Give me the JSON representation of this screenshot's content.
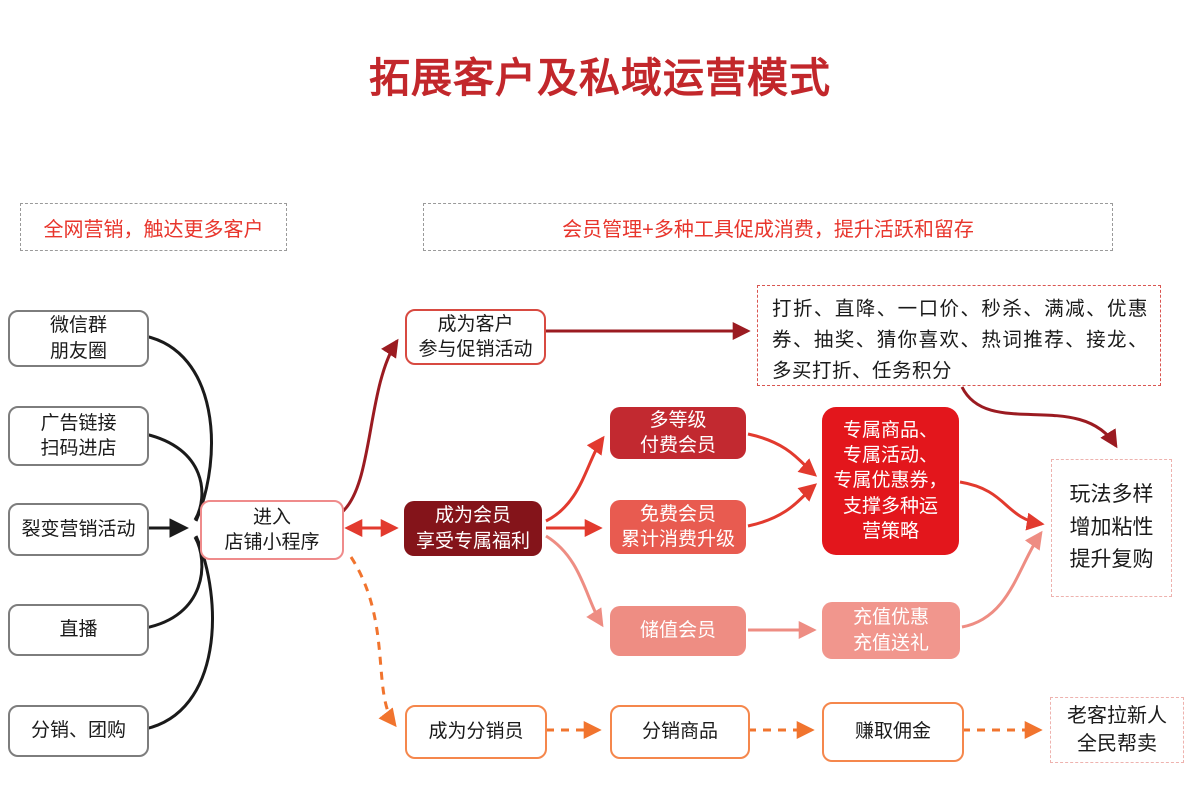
{
  "title": "拓展客户及私域运营模式",
  "colors": {
    "title_red": "#c2272b",
    "header_text_red": "#e8352c",
    "maroon_fill": "#84141a",
    "crimson_fill": "#c22930",
    "salmon_red_fill": "#e85b50",
    "salmon_fill": "#ee8d83",
    "bright_red_fill": "#e3161c",
    "orange_accent": "#f1742e",
    "black_wire": "#1a1a1a",
    "dark_red_wire": "#9b1b21",
    "red_wire": "#e23a2e"
  },
  "headers": {
    "left": "全网营销，触达更多客户",
    "right": "会员管理+多种工具促成消费，提升活跃和留存"
  },
  "sources": [
    {
      "lines": [
        "微信群",
        "朋友圈"
      ]
    },
    {
      "lines": [
        "广告链接",
        "扫码进店"
      ]
    },
    {
      "lines": [
        "裂变营销活动"
      ]
    },
    {
      "lines": [
        "直播"
      ]
    },
    {
      "lines": [
        "分销、团购"
      ]
    }
  ],
  "entry": {
    "lines": [
      "进入",
      "店铺小程序"
    ]
  },
  "customer_path": {
    "become_customer": {
      "lines": [
        "成为客户",
        "参与促销活动"
      ]
    },
    "promo_tools": "打折、直降、一口价、秒杀、满减、优惠券、抽奖、猜你喜欢、热词推荐、接龙、多买打折、任务积分"
  },
  "member_path": {
    "become_member": {
      "lines": [
        "成为会员",
        "享受专属福利"
      ]
    },
    "paid_member": {
      "lines": [
        "多等级",
        "付费会员"
      ]
    },
    "free_member": {
      "lines": [
        "免费会员",
        "累计消费升级"
      ]
    },
    "stored_value_member": {
      "lines": [
        "储值会员"
      ]
    },
    "exclusive_benefits": {
      "lines": [
        "专属商品、",
        "专属活动、",
        "专属优惠券，",
        "支撑多种运",
        "营策略"
      ]
    },
    "recharge": {
      "lines": [
        "充值优惠",
        "充值送礼"
      ]
    },
    "outcome": {
      "lines": [
        "玩法多样",
        "增加粘性",
        "提升复购"
      ]
    }
  },
  "distribution_path": {
    "become_distributor": {
      "lines": [
        "成为分销员"
      ]
    },
    "distribute_goods": {
      "lines": [
        "分销商品"
      ]
    },
    "earn_commission": {
      "lines": [
        "赚取佣金"
      ]
    },
    "outcome": {
      "lines": [
        "老客拉新人",
        "全民帮卖"
      ]
    }
  }
}
